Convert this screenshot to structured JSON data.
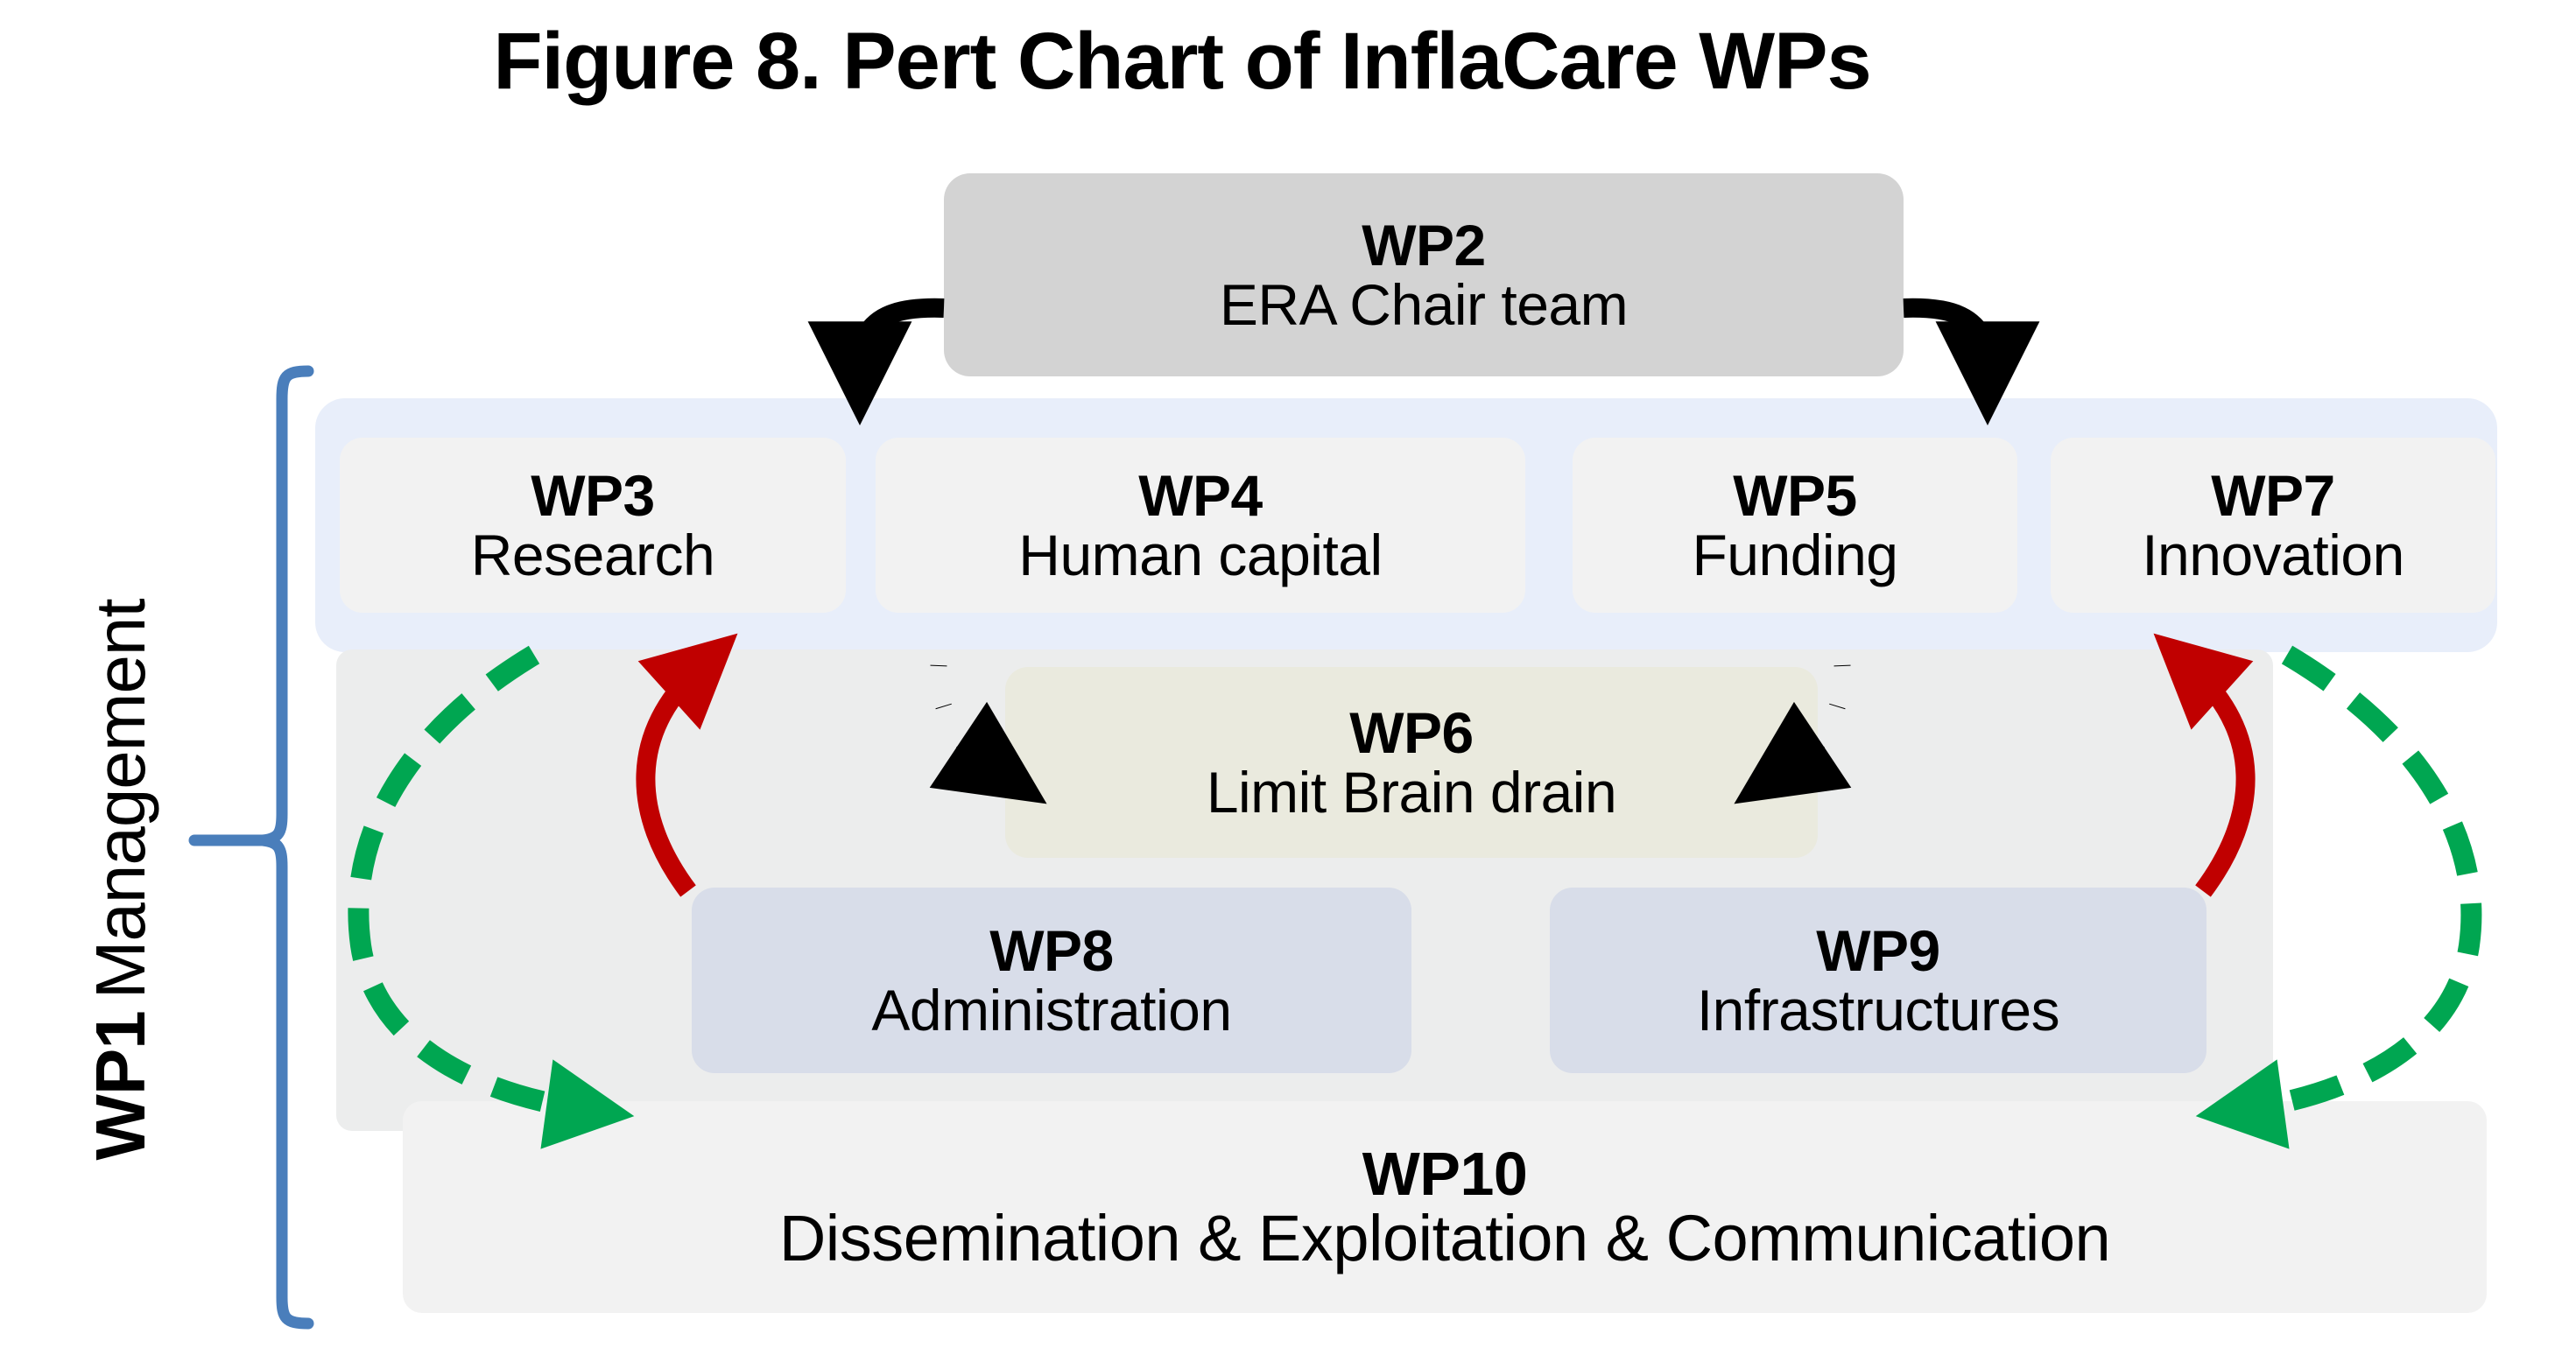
{
  "figure": {
    "title": "Figure 8. Pert Chart of InflaCare WPs"
  },
  "wp1": {
    "code": "WP1",
    "name": "Management",
    "brace_color": "#4a7ebb"
  },
  "work_packages": [
    {
      "code": "WP2",
      "name": "ERA Chair team",
      "color": "#d3d3d3"
    },
    {
      "code": "WP3",
      "name": "Research",
      "color": "#f2f2f2"
    },
    {
      "code": "WP4",
      "name": "Human capital",
      "color": "#f2f2f2"
    },
    {
      "code": "WP5",
      "name": "Funding",
      "color": "#f2f2f2"
    },
    {
      "code": "WP7",
      "name": "Innovation",
      "color": "#f2f2f2"
    },
    {
      "code": "WP6",
      "name": "Limit Brain drain",
      "color": "#eaeade"
    },
    {
      "code": "WP8",
      "name": "Administration",
      "color": "#d8dde9"
    },
    {
      "code": "WP9",
      "name": "Infrastructures",
      "color": "#d8dde9"
    },
    {
      "code": "WP10",
      "name": "Dissemination & Exploitation & Communication",
      "color": "#f2f2f2"
    }
  ],
  "bands": {
    "top_row_color": "#e8eefa",
    "mid_row_color": "#eceded"
  },
  "connectors": [
    {
      "name": "wp2-to-wp3-row",
      "style": "solid-curved",
      "color": "#000000",
      "from": "WP2",
      "to": "WP3"
    },
    {
      "name": "wp2-to-wp7-row",
      "style": "solid-curved",
      "color": "#000000",
      "from": "WP2",
      "to": "WP7"
    },
    {
      "name": "wp4-to-wp6-left",
      "style": "dotted-curved",
      "color": "#000000",
      "from": "WP4",
      "to": "WP6"
    },
    {
      "name": "wp5-to-wp6-right",
      "style": "dotted-curved",
      "color": "#000000",
      "from": "WP5",
      "to": "WP6"
    },
    {
      "name": "wp8-to-wp3",
      "style": "solid-curved",
      "color": "#c00000",
      "from": "WP8",
      "to": "WP3"
    },
    {
      "name": "wp9-to-wp7",
      "style": "solid-curved",
      "color": "#c00000",
      "from": "WP9",
      "to": "WP7"
    },
    {
      "name": "wp3-to-wp10",
      "style": "dashed-curved",
      "color": "#00a651",
      "from": "WP3",
      "to": "WP10"
    },
    {
      "name": "wp7-to-wp10",
      "style": "dashed-curved",
      "color": "#00a651",
      "from": "WP7",
      "to": "WP10"
    }
  ],
  "colors": {
    "black": "#000000",
    "red": "#c00000",
    "green": "#00a651",
    "blue": "#4a7ebb"
  }
}
